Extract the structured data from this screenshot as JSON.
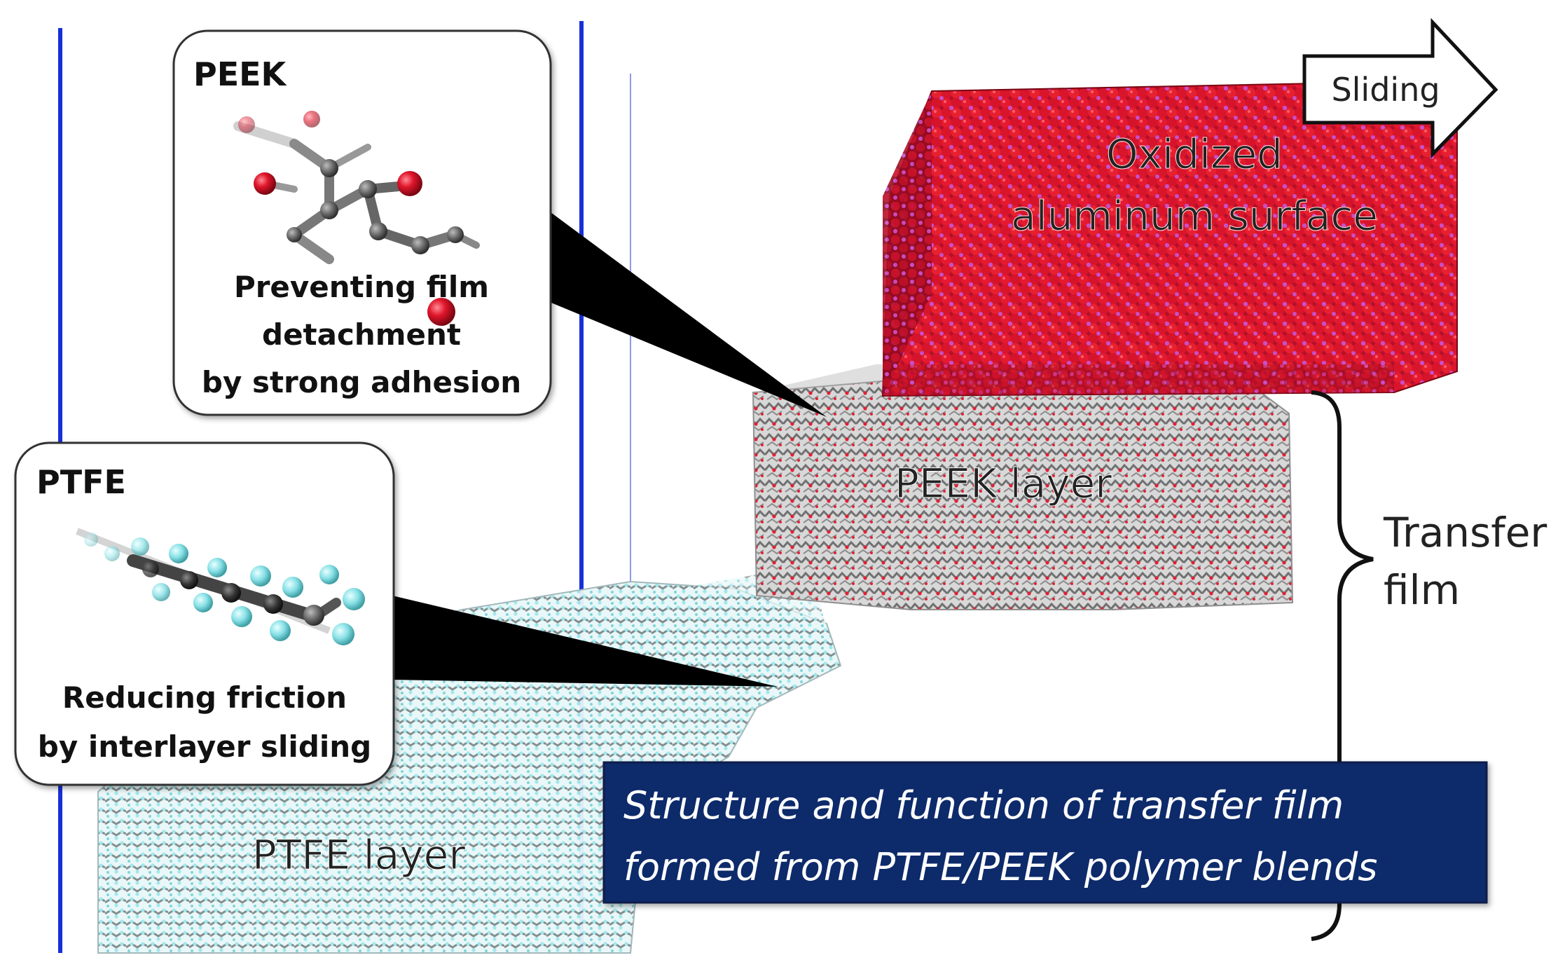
{
  "peek_box": {
    "title": "PEEK",
    "desc_line1": "Preventing film",
    "desc_line2": "detachment",
    "desc_line3": "by strong adhesion"
  },
  "ptfe_box": {
    "title": "PTFE",
    "desc_line1": "Reducing friction",
    "desc_line2": "by interlayer sliding"
  },
  "sliding_label": "Sliding",
  "oxide_label_line1": "Oxidized",
  "oxide_label_line2": "aluminum surface",
  "peek_layer_label": "PEEK layer",
  "ptfe_layer_label": "PTFE layer",
  "transfer_film_line1": "Transfer",
  "transfer_film_line2": "film",
  "caption_line1": "Structure and function of transfer film",
  "caption_line2": "formed from PTFE/PEEK polymer blends",
  "colors": {
    "oxygen_red": "#e0162b",
    "aluminum_magenta": "#c94fc8",
    "carbon_gray": "#6f6f6f",
    "fluorine_cyan": "#8ee6ea",
    "caption_bg": "#0b2a6b",
    "divider_blue": "#1630d8"
  }
}
